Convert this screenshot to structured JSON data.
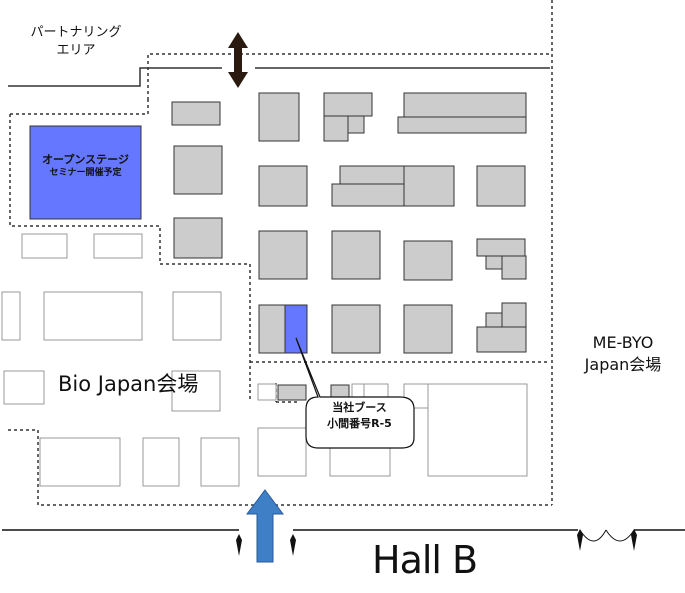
{
  "areas": {
    "partnering_line1": "パートナリング",
    "partnering_line2": "エリア",
    "bio_japan": "Bio Japan会場",
    "mebyo_line1": "ME-BYO",
    "mebyo_line2": "Japan会場",
    "hall": "Hall B"
  },
  "stage": {
    "line1": "オープンステージ",
    "line2": "セミナー開催予定"
  },
  "our_booth": {
    "line1": "当社ブース",
    "line2": "小間番号R-5"
  },
  "colors": {
    "booth_gray": "#cccccc",
    "highlight_blue": "#6677ff",
    "entrance_arrow": "#3f7fc6",
    "outline": "#333333"
  },
  "icons": {
    "passage": "double-arrow-icon",
    "entrance": "up-arrow-icon",
    "doors": "door-icon"
  }
}
